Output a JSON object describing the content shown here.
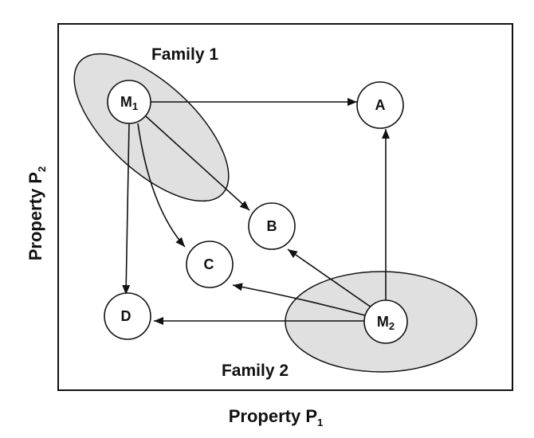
{
  "axes": {
    "x_label": "Property P",
    "x_subscript": "1",
    "y_label": "Property P",
    "y_subscript": "2"
  },
  "families": {
    "family1": "Family 1",
    "family2": "Family 2"
  },
  "nodes": {
    "m1": {
      "label": "M",
      "subscript": "1"
    },
    "m2": {
      "label": "M",
      "subscript": "2"
    },
    "a": {
      "label": "A"
    },
    "b": {
      "label": "B"
    },
    "c": {
      "label": "C"
    },
    "d": {
      "label": "D"
    }
  },
  "colors": {
    "family_fill": "#e0e0e0",
    "stroke": "#111111",
    "node_fill": "#ffffff"
  }
}
